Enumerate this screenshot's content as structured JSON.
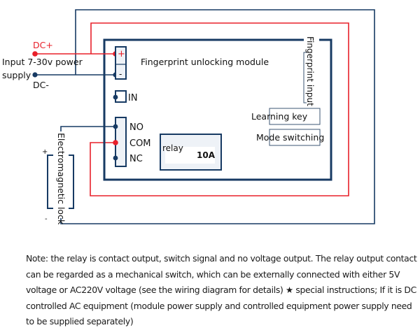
{
  "diagram": {
    "title": "Fingerprint unlocking module",
    "power": {
      "dc_plus_label": "DC+",
      "dc_minus_label": "DC-",
      "input_label_line1": "Input 7-30v power",
      "input_label_line2": "supply",
      "terminal_plus": "+",
      "terminal_minus": "-"
    },
    "in_label": "IN",
    "relay_terminals": [
      "NO",
      "COM",
      "NC"
    ],
    "relay": {
      "label": "relay",
      "rating": "10A"
    },
    "buttons": {
      "learning_key": "Learning key",
      "mode_switching": "Mode switching"
    },
    "fingerprint_input_label": "Fingerprint input",
    "lock": {
      "label": "Electromagnetic lock",
      "plus": "+",
      "minus": "-"
    },
    "colors": {
      "navy": "#173a63",
      "red": "#e8202a",
      "text": "#111111"
    }
  },
  "note": "Note: the relay is contact output, switch signal and no voltage output. The relay output contact can be regarded as a mechanical switch, which can be externally connected with either 5V voltage or AC220V voltage (see the wiring diagram for details) ★ special instructions; If it is DC controlled AC equipment (module power supply and controlled equipment power supply need to be supplied separately)"
}
